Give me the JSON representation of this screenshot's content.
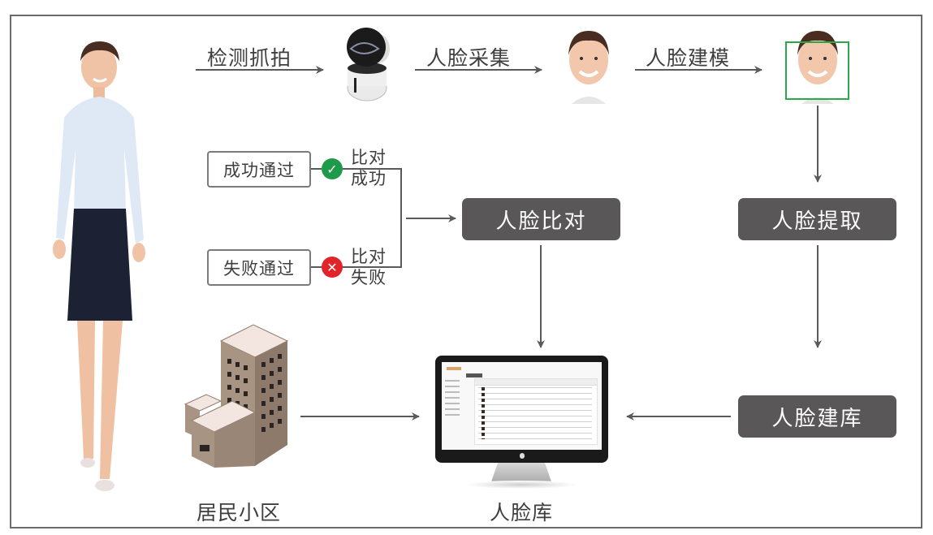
{
  "diagram": {
    "title": "人脸识别流程",
    "top_flow": [
      {
        "label": "检测抓拍",
        "target": "camera"
      },
      {
        "label": "人脸采集",
        "target": "face-photo"
      },
      {
        "label": "人脸建模",
        "target": "face-model"
      }
    ],
    "process_boxes": {
      "compare": "人脸比对",
      "extract": "人脸提取",
      "build_library": "人脸建库"
    },
    "results": {
      "success": {
        "outcome": "成功通过",
        "condition_line1": "比对",
        "condition_line2": "成功",
        "icon": "check-icon"
      },
      "failure": {
        "outcome": "失败通过",
        "condition_line1": "比对",
        "condition_line2": "失败",
        "icon": "cross-icon"
      }
    },
    "bottom_labels": {
      "community": "居民小区",
      "face_library": "人脸库"
    },
    "colors": {
      "box_fill": "#595757",
      "success": "#1e9a4b",
      "failure": "#e0242a",
      "face_frame": "#2aa84a",
      "line": "#5a5a5a"
    }
  }
}
